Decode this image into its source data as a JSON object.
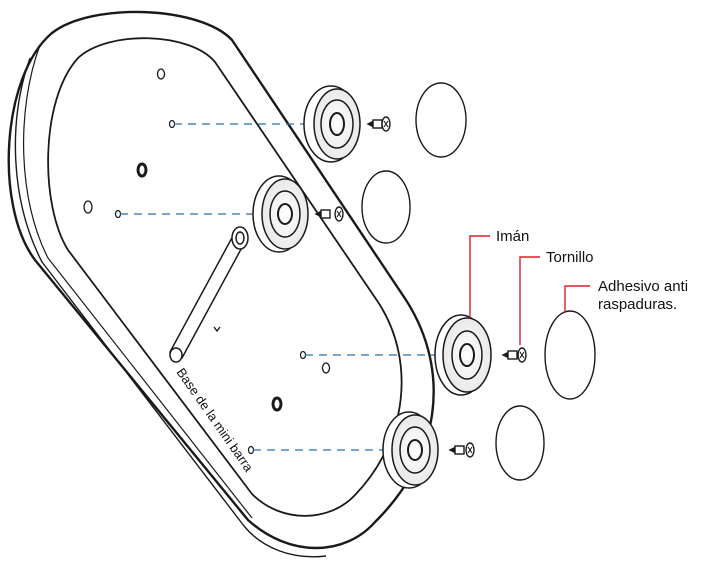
{
  "labels": {
    "magnet": "Imán",
    "screw": "Tornillo",
    "pad_line1": "Adhesivo anti",
    "pad_line2": "raspaduras.",
    "base": "Base de la mini barra"
  },
  "colors": {
    "outline": "#1a1a1a",
    "guide_dash": "#2f6db0",
    "callout": "#d8202a"
  }
}
